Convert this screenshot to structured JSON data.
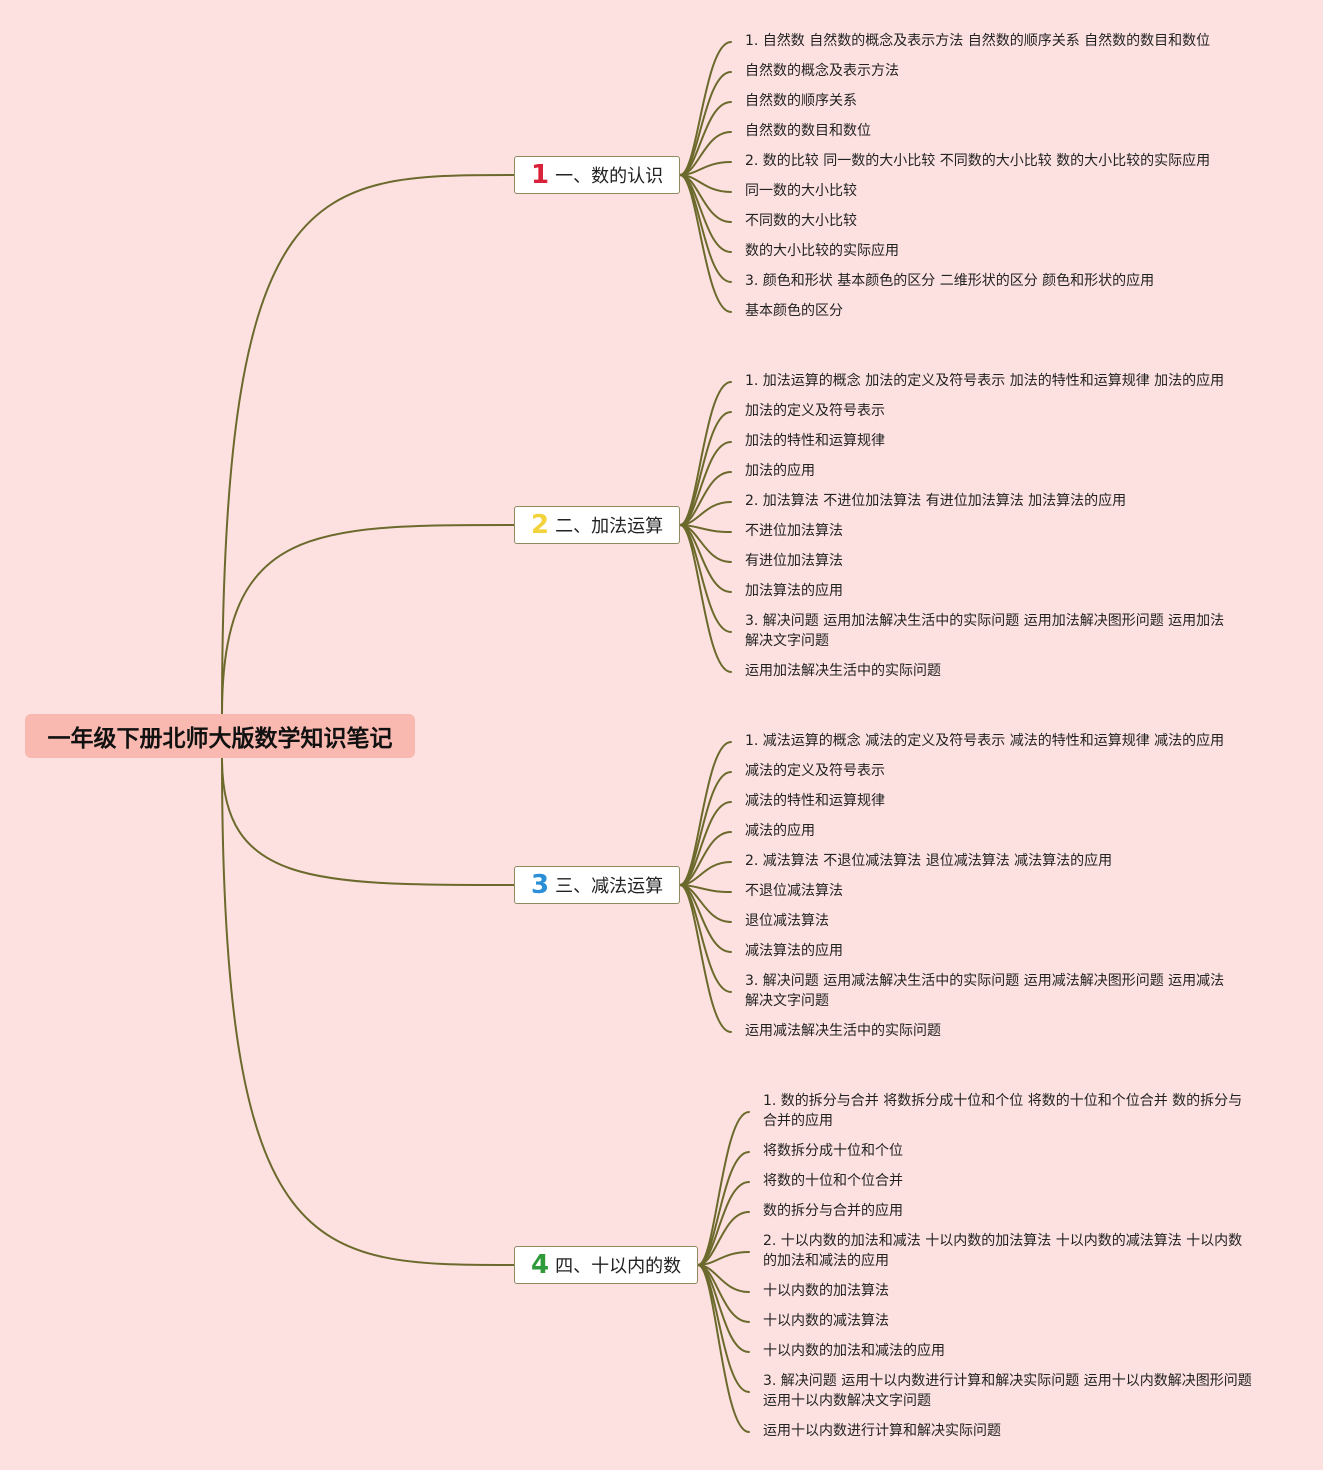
{
  "root": {
    "title": "一年级下册北师大版数学知识笔记"
  },
  "branches": [
    {
      "number": "1",
      "color": "#d9213a",
      "label": "一、数的认识",
      "items": [
        "1. 自然数 自然数的概念及表示方法 自然数的顺序关系 自然数的数目和数位",
        "自然数的概念及表示方法",
        "自然数的顺序关系",
        "自然数的数目和数位",
        "2. 数的比较 同一数的大小比较 不同数的大小比较 数的大小比较的实际应用",
        "同一数的大小比较",
        "不同数的大小比较",
        "数的大小比较的实际应用",
        "3. 颜色和形状 基本颜色的区分 二维形状的区分 颜色和形状的应用",
        "基本颜色的区分"
      ]
    },
    {
      "number": "2",
      "color": "#f3d33b",
      "label": "二、加法运算",
      "items": [
        "1. 加法运算的概念 加法的定义及符号表示 加法的特性和运算规律 加法的应用",
        "加法的定义及符号表示",
        "加法的特性和运算规律",
        "加法的应用",
        "2. 加法算法 不进位加法算法 有进位加法算法 加法算法的应用",
        "不进位加法算法",
        "有进位加法算法",
        "加法算法的应用",
        "3. 解决问题 运用加法解决生活中的实际问题 运用加法解决图形问题 运用加法解决文字问题",
        "运用加法解决生活中的实际问题"
      ]
    },
    {
      "number": "3",
      "color": "#2a8fd6",
      "label": "三、减法运算",
      "items": [
        "1. 减法运算的概念 减法的定义及符号表示 减法的特性和运算规律 减法的应用",
        "减法的定义及符号表示",
        "减法的特性和运算规律",
        "减法的应用",
        "2. 减法算法 不退位减法算法 退位减法算法 减法算法的应用",
        "不退位减法算法",
        "退位减法算法",
        "减法算法的应用",
        "3. 解决问题 运用减法解决生活中的实际问题 运用减法解决图形问题 运用减法解决文字问题",
        "运用减法解决生活中的实际问题"
      ]
    },
    {
      "number": "4",
      "color": "#2e9a3a",
      "label": "四、十以内的数",
      "items": [
        "1. 数的拆分与合并 将数拆分成十位和个位 将数的十位和个位合并 数的拆分与合并的应用",
        "将数拆分成十位和个位",
        "将数的十位和个位合并",
        "数的拆分与合并的应用",
        "2. 十以内数的加法和减法 十以内数的加法算法 十以内数的减法算法 十以内数的加法和减法的应用",
        "十以内数的加法算法",
        "十以内数的减法算法",
        "十以内数的加法和减法的应用",
        "3. 解决问题 运用十以内数进行计算和解决实际问题 运用十以内数解决图形问题 运用十以内数解决文字问题",
        "运用十以内数进行计算和解决实际问题"
      ]
    }
  ]
}
